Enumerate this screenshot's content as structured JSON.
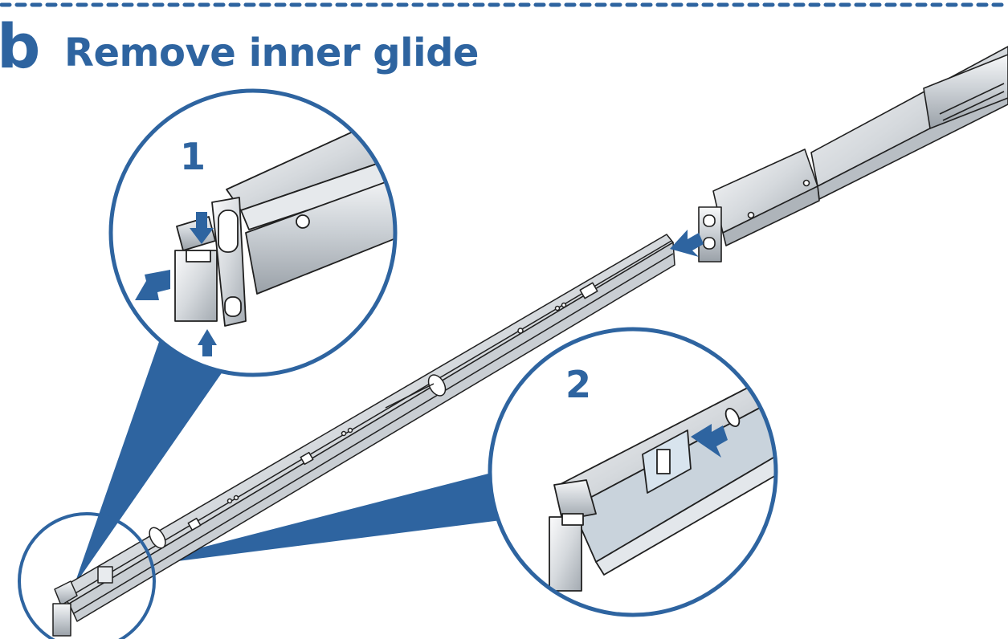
{
  "header": {
    "step_letter": "b",
    "title": "Remove inner glide"
  },
  "callouts": [
    {
      "number": "1"
    },
    {
      "number": "2"
    }
  ],
  "colors": {
    "accent": "#2e64a0",
    "steel_light": "#e9ecef",
    "steel_mid": "#c3c8ce",
    "steel_dark": "#8e959d",
    "outline": "#202020"
  }
}
